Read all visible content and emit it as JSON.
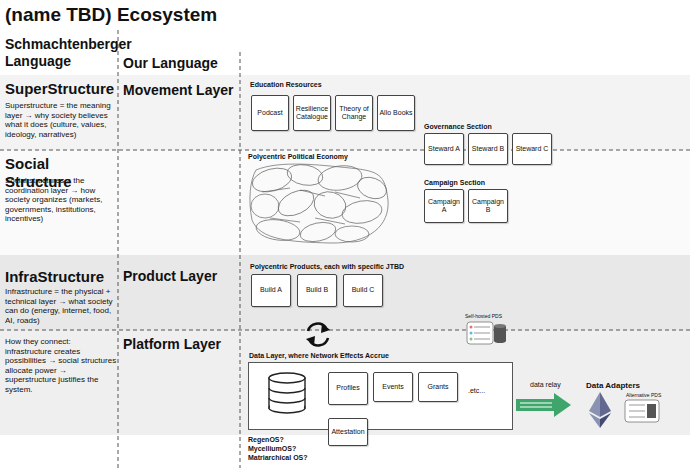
{
  "diagram": {
    "title": "(name TBD) Ecosystem",
    "nodes": [
      {
        "text": [
          "SuperStructure",
          "Superstructure = the meaning layer → why society believes what it does (culture, values, ideology, narratives)",
          "Movement Layer"
        ]
      },
      {
        "text": [
          "Podcast"
        ],
        "in": 0
      },
      {
        "text": [
          "Resilience Catalogue"
        ],
        "in": 0
      },
      {
        "text": [
          "Theory of Change"
        ],
        "in": 0
      },
      {
        "text": [
          "Allo Books"
        ],
        "in": 0
      },
      {
        "text": [
          "Steward A"
        ]
      },
      {
        "text": [
          "Steward B"
        ]
      },
      {
        "text": [
          "Steward C"
        ]
      },
      {
        "text": [
          "Social Structure",
          "Social structures = the coordination layer → how society organizes (markets, governments, institutions, incentives)"
        ]
      },
      {
        "text": [
          "Campaign A"
        ],
        "in": 8
      },
      {
        "text": [
          "Campaign B"
        ],
        "in": 8
      },
      {
        "text": [
          "InfraStructure",
          "Infrastructure = the physical + technical layer → what society can do (energy, internet, food, AI, roads)",
          "Product Layer"
        ]
      },
      {
        "text": [
          "Build A"
        ],
        "in": 11
      },
      {
        "text": [
          "Build B"
        ],
        "in": 11
      },
      {
        "text": [
          "Build C"
        ],
        "in": 11
      },
      {
        "text": [
          "How they connect: infrastructure creates possibilities → social structures allocate power → superstructure justifies the system.",
          "Platform Layer"
        ]
      },
      {
        "text": [
          "Data Layer, where Network Effects Accrue"
        ],
        "in": 15
      },
      {
        "text": [
          "Profiles"
        ],
        "in": 16
      },
      {
        "text": [
          "Events"
        ],
        "in": 16
      },
      {
        "text": [
          "Grants"
        ],
        "in": 16
      },
      {
        "text": [
          "Attestation"
        ],
        "in": 16
      }
    ],
    "labels": [
      "Schmachtenberger Language",
      "Our Language",
      "Education Resources",
      "Governance Section",
      "Polycentric Political Economy",
      "Campaign Section",
      "Polycentric Products, each with specific JTBD",
      "Self-hosted PDS",
      ".etc...",
      "data relay",
      "Data Adapters",
      "Alternative PDS",
      "RegenOS?",
      "MycelliumOS?",
      "Matriarchical OS?"
    ]
  }
}
